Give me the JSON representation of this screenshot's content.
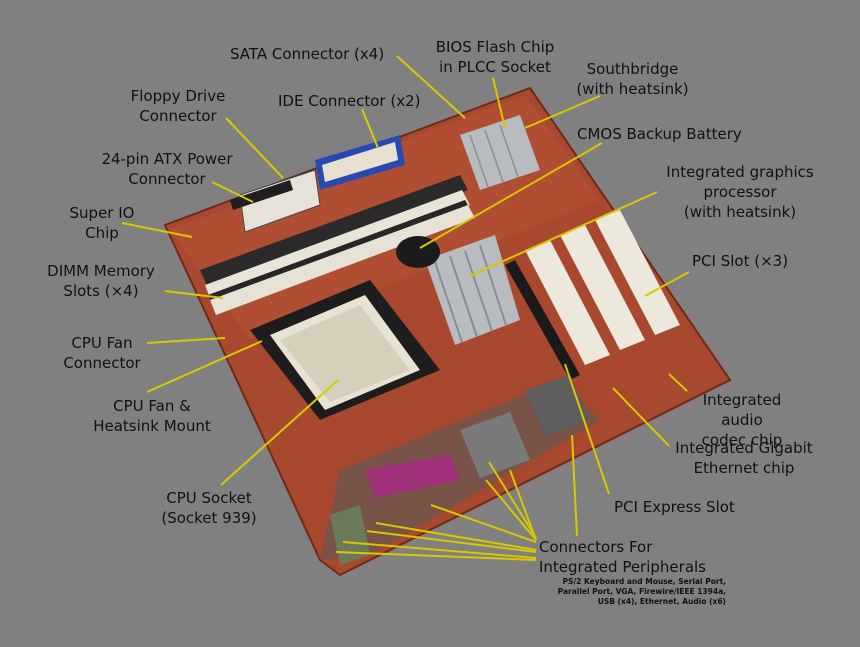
{
  "labels": {
    "sata": "SATA Connector (x4)",
    "bios": "BIOS Flash Chip\nin PLCC Socket",
    "southbridge": "Southbridge\n(with heatsink)",
    "floppy": "Floppy Drive\nConnector",
    "ide": "IDE Connector (x2)",
    "cmos": "CMOS Backup Battery",
    "atx": "24-pin ATX Power\nConnector",
    "igp": "Integrated graphics\nprocessor\n(with heatsink)",
    "superio": "Super IO\nChip",
    "dimm": "DIMM Memory\nSlots (×4)",
    "pci": "PCI Slot (×3)",
    "cpufan": "CPU Fan\nConnector",
    "heatsink": "CPU Fan &\nHeatsink Mount",
    "audio": "Integrated audio\ncodec chip",
    "ethernet": "Integrated Gigabit\nEthernet chip",
    "cpusocket": "CPU Socket\n(Socket 939)",
    "pcie": "PCI Express Slot",
    "connectors": "Connectors For\nIntegrated Peripherals",
    "peripherals_note": "PS/2 Keyboard and Mouse, Serial Port,\nParallel Port, VGA, Firewire/IEEE 1394a,\nUSB (x4), Ethernet, Audio (x6)"
  },
  "colors": {
    "background": "#808080",
    "leader_line": "#d8c800",
    "pcb": "#b04a30",
    "dimm_slot": "#e8e4d8",
    "ide_connector": "#2a49b0",
    "heatsink": "#b8bcc0"
  }
}
